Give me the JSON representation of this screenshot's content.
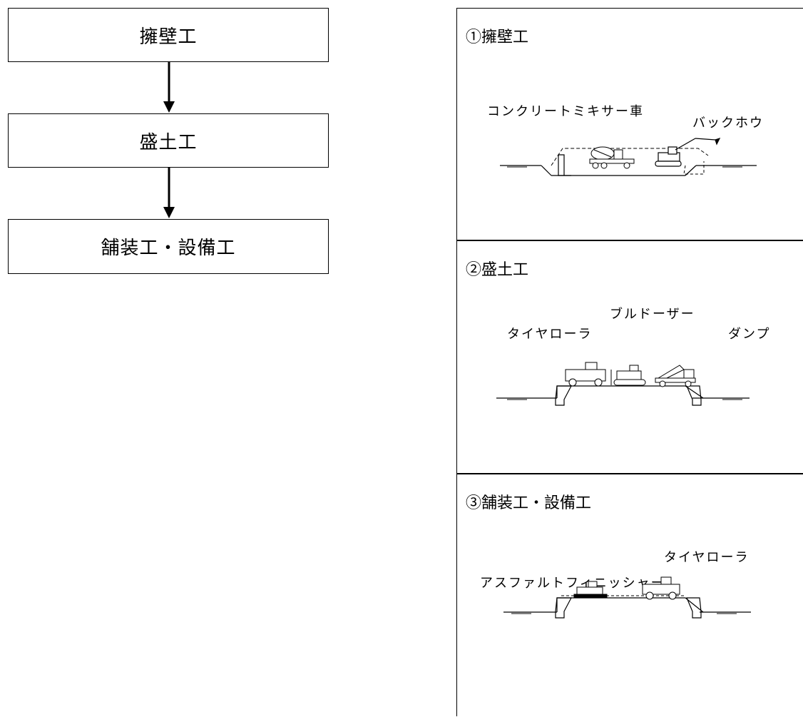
{
  "flow": {
    "steps": [
      "擁壁工",
      "盛土工",
      "舗装工・設備工"
    ]
  },
  "panels": [
    {
      "title": "①擁壁工",
      "machines": [
        "コンクリートミキサー車",
        "バックホウ"
      ]
    },
    {
      "title": "②盛土工",
      "machines": [
        "ブルドーザー",
        "タイヤローラ",
        "ダンプ"
      ]
    },
    {
      "title": "③舗装工・設備工",
      "machines": [
        "タイヤローラ",
        "アスファルトフィニッシャー"
      ]
    }
  ],
  "icons": {
    "mixer": "concrete-mixer-truck-icon",
    "backhoe": "backhoe-icon",
    "roller": "tire-roller-icon",
    "dozer": "bulldozer-icon",
    "dump": "dump-truck-icon",
    "paver": "asphalt-finisher-icon"
  }
}
